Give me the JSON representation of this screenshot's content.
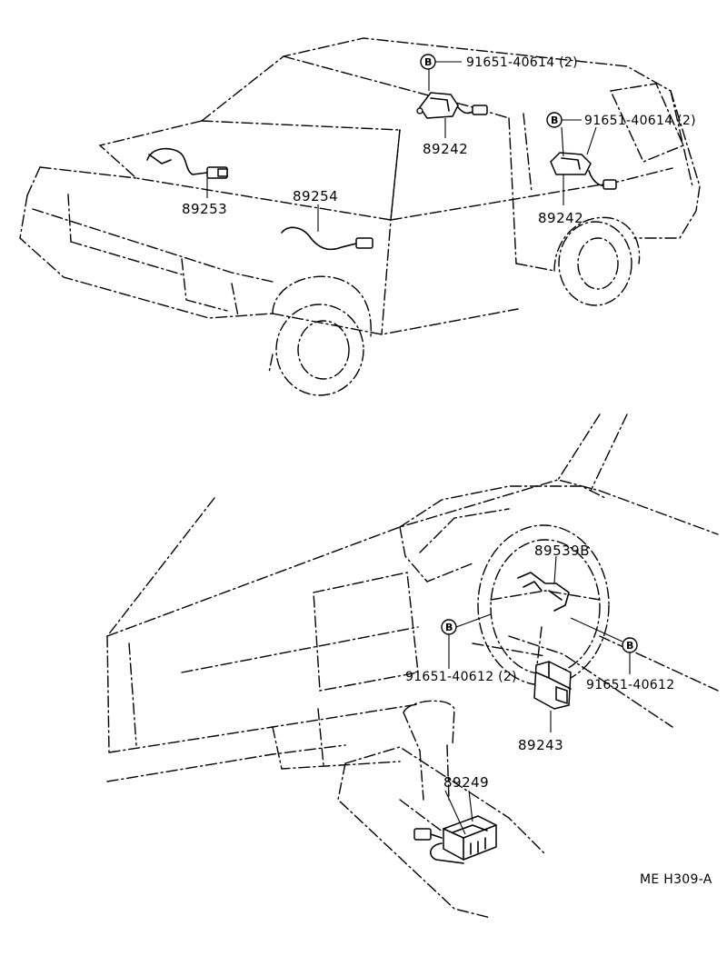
{
  "car": {
    "labels": {
      "sensor_front": "89253",
      "sensor_mid": "89254",
      "sensor_roof": "89242",
      "sensor_rear": "89242",
      "bolt_roof": "91651-40614 (2)",
      "bolt_rear": "91651-40614 (2)"
    },
    "bolt_marker": "B"
  },
  "dash": {
    "labels": {
      "steering_sensor": "89539B",
      "control_unit": "89243",
      "console_sensor": "89249",
      "bolt_left": "91651-40612  (2)",
      "bolt_right": "91651-40612"
    },
    "bolt_marker": "B"
  },
  "diagram_ref": "ME H309-A"
}
